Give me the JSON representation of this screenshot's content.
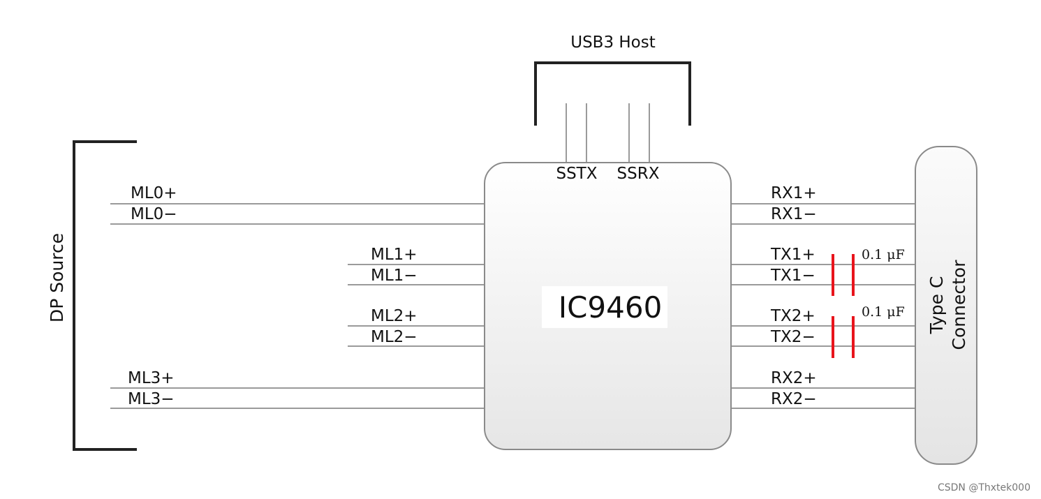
{
  "usb_host": {
    "label": "USB3 Host",
    "pins": {
      "sstx": "SSTX",
      "ssrx": "SSRX"
    }
  },
  "dp_source": {
    "label": "DP Source"
  },
  "chip": {
    "label": "IC9460"
  },
  "connector": {
    "line1": "Type C",
    "line2": "Connector"
  },
  "left_signals": [
    "ML0+",
    "ML0−",
    "ML1+",
    "ML1−",
    "ML2+",
    "ML2−",
    "ML3+",
    "ML3−"
  ],
  "right_signals": [
    "RX1+",
    "RX1−",
    "TX1+",
    "TX1−",
    "TX2+",
    "TX2−",
    "RX2+",
    "RX2−"
  ],
  "capacitors": [
    "0.1 μF",
    "0.1 μF"
  ],
  "colors": {
    "capacitor": "#e8141c",
    "wire": "#9a9a9a",
    "box_fill": "#f0f0f0"
  },
  "watermark": "CSDN @Thxtek000"
}
